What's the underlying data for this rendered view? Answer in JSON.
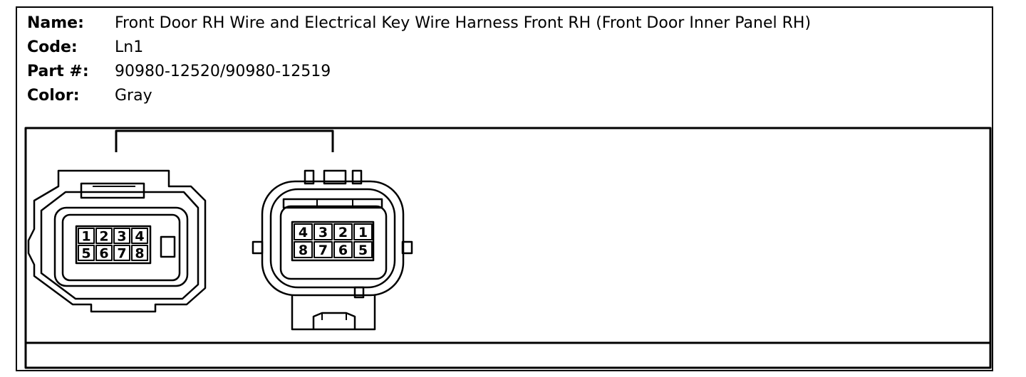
{
  "header": {
    "name_label": "Name:",
    "name_value": "Front Door RH Wire and Electrical Key Wire Harness Front RH (Front Door Inner Panel RH)",
    "code_label": "Code:",
    "code_value": "Ln1",
    "part_label": "Part #:",
    "part_value": "90980-12520/90980-12519",
    "color_label": "Color:",
    "color_value": "Gray"
  },
  "connector_female": {
    "pins": [
      "1",
      "2",
      "3",
      "4",
      "5",
      "6",
      "7",
      "8"
    ]
  },
  "connector_male": {
    "pins": [
      "4",
      "3",
      "2",
      "1",
      "8",
      "7",
      "6",
      "5"
    ]
  }
}
